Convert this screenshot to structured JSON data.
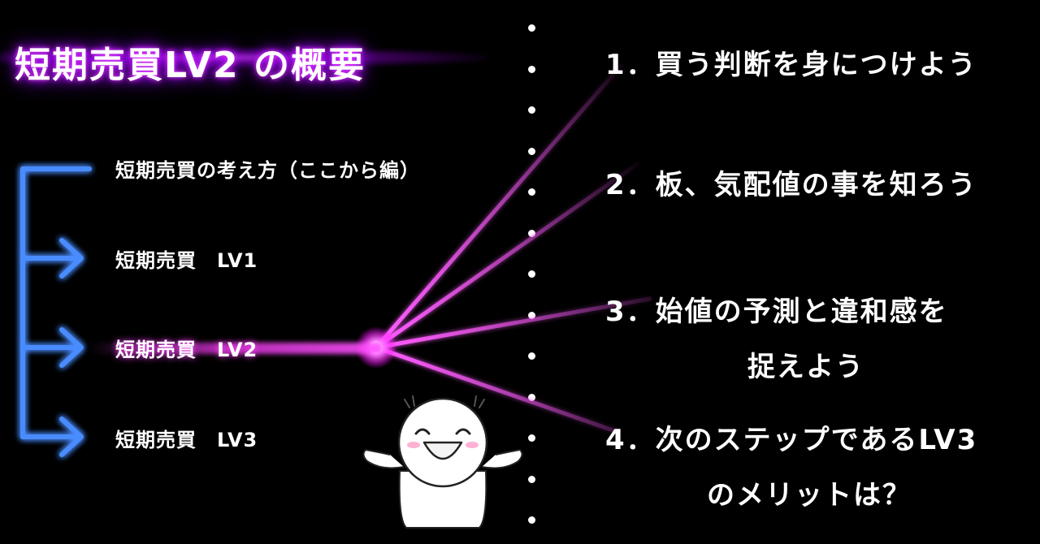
{
  "title": "短期売買LV2 の概要",
  "hierarchy": {
    "items": [
      {
        "label": "短期売買の考え方（ここから編）"
      },
      {
        "label": "短期売買　LV1"
      },
      {
        "label": "短期売買　LV2"
      },
      {
        "label": "短期売買　LV3"
      }
    ],
    "selected_index": 2
  },
  "points": [
    {
      "line1": "1．買う判断を身につけよう",
      "line2": ""
    },
    {
      "line1": "2．板、気配値の事を知ろう",
      "line2": ""
    },
    {
      "line1": "3．始値の予測と違和感を",
      "line2": "捉えよう"
    },
    {
      "line1": "4．次のステップであるLV3",
      "line2": "のメリットは？"
    }
  ],
  "colors": {
    "background": "#000000",
    "neon_blue": "#3a7bff",
    "neon_magenta": "#ff40ff",
    "title_glow": "#b000ff"
  },
  "icons": {
    "mascot": "cheering-character-icon",
    "node": "glowing-node-icon"
  }
}
